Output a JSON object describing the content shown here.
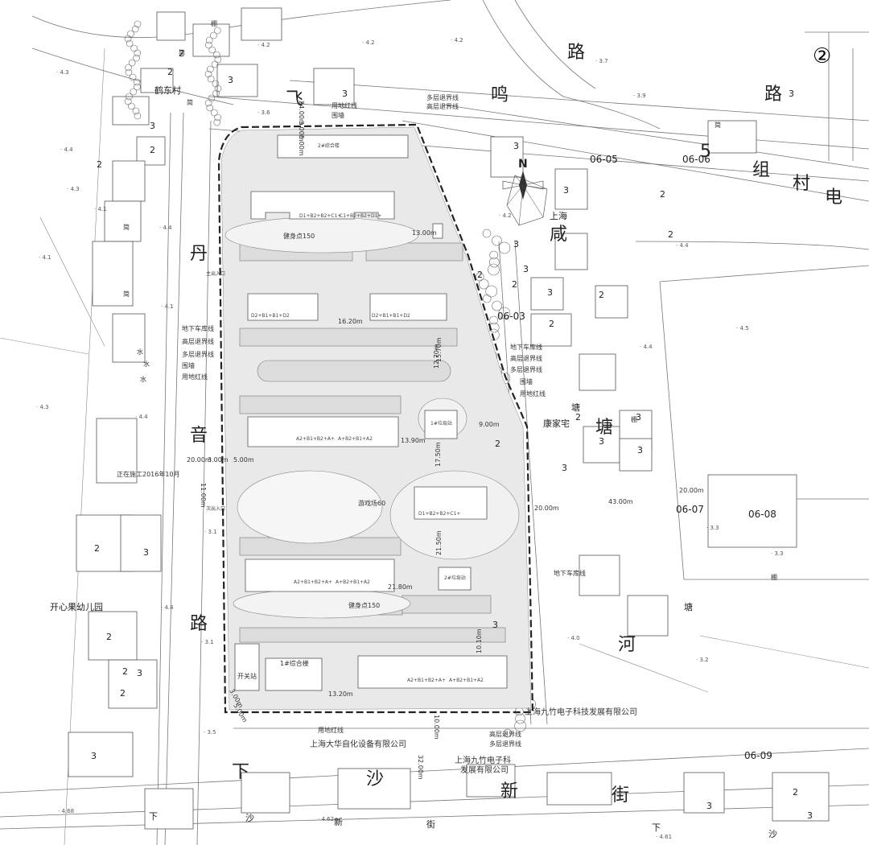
{
  "roads": {
    "feiming": [
      "飞",
      "鸣",
      "路"
    ],
    "danyin": [
      "丹",
      "音",
      "路"
    ],
    "xiasha_new": [
      "下",
      "沙",
      "新",
      "街"
    ],
    "xiasha_bottom": [
      "下",
      "沙",
      "新",
      "街",
      "下",
      "沙"
    ],
    "xianjing_river": [
      "咸",
      "塘",
      "河"
    ],
    "group_village_power": [
      "5",
      "组",
      "村",
      "电"
    ]
  },
  "circle_number": "②",
  "north": "N",
  "places": {
    "hedong_village": "鹤东村",
    "kaixin_kindergarten": "开心果幼儿园",
    "construction_note": "正在施工2016年10月",
    "shanghai": "上海",
    "kangjia_house": "康家宅",
    "jiuzhu_company_right": "上海九竹电子科技发展有限公司",
    "dahua_company": "上海大华自化设备有限公司",
    "jiuzhu_company_bottom_1": "上海九竹电子科",
    "jiuzhu_company_bottom_2": "发展有限公司",
    "tang": "塘"
  },
  "parcels": [
    "06-05",
    "06-06",
    "06-03",
    "06-07",
    "06-08",
    "06-09"
  ],
  "line_labels": {
    "left": [
      "地下车库线",
      "高层退界线",
      "多层退界线",
      "围墙",
      "用地红线"
    ],
    "right": [
      "地下车库线",
      "高层退界线",
      "多层退界线",
      "围墙",
      "用地红线"
    ],
    "top": [
      "多层退界线",
      "高层退界线",
      "用地红线",
      "围墙"
    ],
    "bottom_left": [
      "用地红线"
    ],
    "bottom_right": [
      "高层退界线",
      "多层退界线"
    ],
    "garage_right": "地下车库线"
  },
  "site_labels": {
    "fitness_top": "健身点150",
    "fitness_bottom": "健身点150",
    "playground": "游戏场60",
    "complex2": "2#综合楼",
    "complex1": "1#综合楼",
    "switch_station": "开关站",
    "wastestation1": "1#垃圾站",
    "wastestation2": "2#垃圾站",
    "entrance_main": "主出入口",
    "entrance_sub": "次出入口"
  },
  "buildings": [
    {
      "label": "D1+B2+B2+C1+",
      "label2": "C1+B2+B2+D1+"
    },
    {
      "label": "D2+B1+B1+D2"
    },
    {
      "label": "D2+B1+B1+D2"
    },
    {
      "label": "A2+B1+B2+A+",
      "label2": "A+B2+B1+A2"
    },
    {
      "label": "D1+B2+B2+C1+"
    },
    {
      "label": "A2+B1+B2+A+",
      "label2": "A+B2+B1+A2"
    },
    {
      "label": "A2+B1+B2+A+",
      "label2": "A+B2+B1+A2"
    }
  ],
  "dimensions": [
    "24.00m",
    "3.00m",
    "5.00m",
    "13.00m",
    "16.20m",
    "15.70m",
    "9.00m",
    "13.90m",
    "20.00m",
    "3.00m",
    "5.00m",
    "11.00m",
    "21.80m",
    "13.20m",
    "3.00m",
    "5.00m",
    "10.00m",
    "32.00m",
    "20.00m",
    "43.00m",
    "20.00m",
    "17.50m",
    "12.70m",
    "21.50m",
    "10.10m"
  ],
  "elevations": [
    "4.2",
    "4.2",
    "4.2",
    "4.3",
    "4.4",
    "4.3",
    "4.1",
    "4.1",
    "4.1",
    "4.3",
    "4.4",
    "4.2",
    "4.4",
    "4.5",
    "4.4",
    "4.0",
    "3.3",
    "3.3",
    "3.2",
    "3.1",
    "3.1",
    "3.5",
    "4.68",
    "4.62",
    "4.61",
    "4.4",
    "3.6",
    "3.9",
    "3.7",
    "4.4"
  ],
  "floor_numbers": [
    "2",
    "3",
    "2",
    "3",
    "2",
    "3",
    "2",
    "3",
    "3",
    "2",
    "3",
    "2",
    "3",
    "2",
    "2",
    "3",
    "3",
    "3",
    "2",
    "3",
    "2",
    "2",
    "3",
    "2",
    "3",
    "3",
    "2",
    "3",
    "2",
    "3",
    "2",
    "3",
    "2",
    "3",
    "3",
    "2"
  ],
  "small_labels": [
    "简",
    "简",
    "简",
    "简",
    "简",
    "水",
    "水",
    "水",
    "棚",
    "棚",
    "棚"
  ]
}
